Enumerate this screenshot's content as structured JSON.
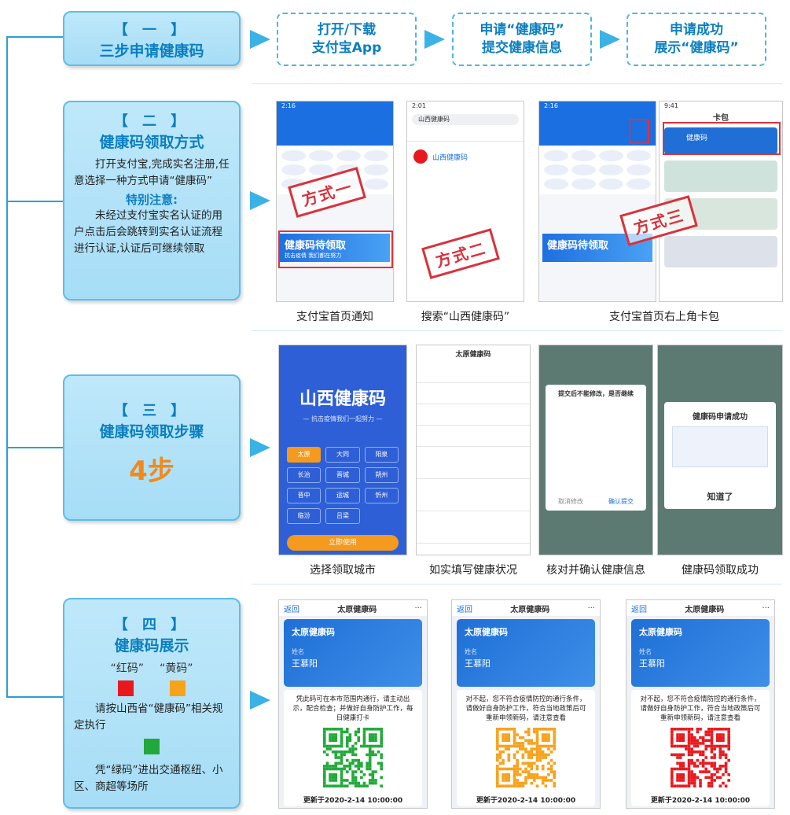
{
  "colors": {
    "accent": "#0b7fc0",
    "card_bg": "#a6ddf6",
    "red_code": "#e8191e",
    "yellow_code": "#f7a21b",
    "green_code": "#22a83a",
    "stamp": "#d8323c"
  },
  "section1": {
    "num": "【 一 】",
    "title": "三步申请健康码",
    "steps": [
      {
        "l1": "打开/下载",
        "l2": "支付宝App"
      },
      {
        "l1": "申请“健康码”",
        "l2": "提交健康信息"
      },
      {
        "l1": "申请成功",
        "l2": "展示“健康码”"
      }
    ]
  },
  "section2": {
    "num": "【 二 】",
    "title": "健康码领取方式",
    "body": "打开支付宝,完成实名注册,任意选择一种方式申请“健康码”",
    "note_title": "特别注意:",
    "note_body": "未经过支付宝实名认证的用户点击后会跳转到实名认证流程进行认证,认证后可继续领取",
    "stamps": [
      "方式一",
      "方式二",
      "方式三"
    ],
    "promo_text": "健康码待领取",
    "promo_sub": "抗击疫情 我们都在努力",
    "search_text": "山西健康码",
    "app_name": "山西健康码",
    "wallet_title": "卡包",
    "wallet_item": "健康码",
    "captions": [
      "支付宝首页通知",
      "搜索“山西健康码”",
      "支付宝首页右上角卡包"
    ]
  },
  "section3": {
    "num": "【 三 】",
    "title": "健康码领取步骤",
    "big": "4步",
    "city_title": "山西健康码",
    "city_slogan": "— 抗击疫情我们一起努力 —",
    "cities": [
      "太原",
      "大同",
      "阳泉",
      "长治",
      "晋城",
      "朔州",
      "晋中",
      "运城",
      "忻州",
      "临汾",
      "吕梁"
    ],
    "city_button": "立即使用",
    "form_title": "太原健康码",
    "confirm_title": "提交后不能修改，是否继续",
    "confirm_buttons": [
      "取消修改",
      "确认提交"
    ],
    "success_title": "健康码申请成功",
    "success_button": "知道了",
    "captions": [
      "选择领取城市",
      "如实填写健康状况",
      "核对并确认健康信息",
      "健康码领取成功"
    ]
  },
  "section4": {
    "num": "【 四 】",
    "title": "健康码展示",
    "red_label": "“红码”",
    "yellow_label": "“黄码”",
    "red_yellow_text": "请按山西省“健康码”相关规定执行",
    "green_text": "凭“绿码”进出交通枢纽、小区、商超等场所",
    "cards": [
      {
        "back": "返回",
        "title": "太原健康码",
        "card_name": "太原健康码",
        "name_label": "姓名",
        "person": "王慕阳",
        "msg": "凭此码可在本市范围内通行，请主动出示，配合检查；并做好自身防护工作，每日健康打卡",
        "updated": "更新于2020-2-14 10:00:00",
        "qr_color": "#22a83a"
      },
      {
        "back": "返回",
        "title": "太原健康码",
        "card_name": "太原健康码",
        "name_label": "姓名",
        "person": "王慕阳",
        "msg": "对不起，您不符合疫情防控的通行条件，请做好自身防护工作，符合当地政策后可重新申领新码，请注意查看",
        "updated": "更新于2020-2-14 10:00:00",
        "qr_color": "#f7a21b"
      },
      {
        "back": "返回",
        "title": "太原健康码",
        "card_name": "太原健康码",
        "name_label": "姓名",
        "person": "王慕阳",
        "msg": "对不起，您不符合疫情防控的通行条件，请做好自身防护工作，符合当地政策后可重新申领新码，请注意查看",
        "updated": "更新于2020-2-14 10:00:00",
        "qr_color": "#e8191e"
      }
    ]
  }
}
